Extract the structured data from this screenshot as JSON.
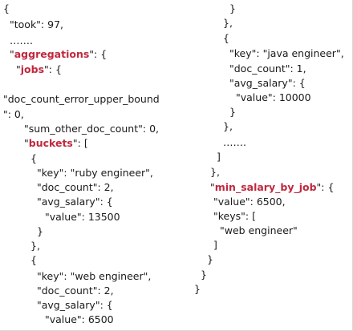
{
  "colors": {
    "text": "#1a1a1a",
    "highlight_key": "#c0283e",
    "background": "#ffffff"
  },
  "left_column": [
    {
      "parts": [
        {
          "t": "{"
        }
      ]
    },
    {
      "parts": [
        {
          "t": "\"took\": 97,"
        }
      ]
    },
    {
      "parts": [
        {
          "t": "……."
        }
      ]
    },
    {
      "parts": [
        {
          "t": "\""
        },
        {
          "t": "aggregations",
          "hl": true
        },
        {
          "t": "\": {"
        }
      ]
    },
    {
      "parts": [
        {
          "t": "\""
        },
        {
          "t": "jobs",
          "hl": true
        },
        {
          "t": "\": {"
        }
      ]
    },
    {
      "parts": [
        {
          "t": "\"doc_count_error_upper_bound"
        }
      ]
    },
    {
      "parts": [
        {
          "t": "\": 0,"
        }
      ]
    },
    {
      "parts": [
        {
          "t": "\"sum_other_doc_count\": 0,"
        }
      ]
    },
    {
      "parts": [
        {
          "t": "\""
        },
        {
          "t": "buckets",
          "hl": true
        },
        {
          "t": "\": ["
        }
      ]
    },
    {
      "parts": [
        {
          "t": "{"
        }
      ]
    },
    {
      "parts": [
        {
          "t": "\"key\": \"ruby engineer\","
        }
      ]
    },
    {
      "parts": [
        {
          "t": "\"doc_count\": 2,"
        }
      ]
    },
    {
      "parts": [
        {
          "t": "\"avg_salary\": {"
        }
      ]
    },
    {
      "parts": [
        {
          "t": "\"value\": 13500"
        }
      ]
    },
    {
      "parts": [
        {
          "t": "}"
        }
      ]
    },
    {
      "parts": [
        {
          "t": "},"
        }
      ]
    },
    {
      "parts": [
        {
          "t": "{"
        }
      ]
    },
    {
      "parts": [
        {
          "t": "\"key\": \"web engineer\","
        }
      ]
    },
    {
      "parts": [
        {
          "t": "\"doc_count\": 2,"
        }
      ]
    },
    {
      "parts": [
        {
          "t": "\"avg_salary\": {"
        }
      ]
    },
    {
      "parts": [
        {
          "t": "\"value\": 6500"
        }
      ]
    }
  ],
  "right_column": [
    {
      "parts": [
        {
          "t": "}"
        }
      ]
    },
    {
      "parts": [
        {
          "t": "},"
        }
      ]
    },
    {
      "parts": [
        {
          "t": "{"
        }
      ]
    },
    {
      "parts": [
        {
          "t": "\"key\": \"java engineer\","
        }
      ]
    },
    {
      "parts": [
        {
          "t": "\"doc_count\": 1,"
        }
      ]
    },
    {
      "parts": [
        {
          "t": "\"avg_salary\": {"
        }
      ]
    },
    {
      "parts": [
        {
          "t": "\"value\": 10000"
        }
      ]
    },
    {
      "parts": [
        {
          "t": "}"
        }
      ]
    },
    {
      "parts": [
        {
          "t": "},"
        }
      ]
    },
    {
      "parts": [
        {
          "t": "……."
        }
      ]
    },
    {
      "parts": [
        {
          "t": "]"
        }
      ]
    },
    {
      "parts": [
        {
          "t": "},"
        }
      ]
    },
    {
      "parts": [
        {
          "t": "\""
        },
        {
          "t": "min_salary_by_job",
          "hl": true
        },
        {
          "t": "\": {"
        }
      ]
    },
    {
      "parts": [
        {
          "t": "\"value\": 6500,"
        }
      ]
    },
    {
      "parts": [
        {
          "t": "\"keys\": ["
        }
      ]
    },
    {
      "parts": [
        {
          "t": "\"web engineer\""
        }
      ]
    },
    {
      "parts": [
        {
          "t": "]"
        }
      ]
    },
    {
      "parts": [
        {
          "t": "}"
        }
      ]
    },
    {
      "parts": [
        {
          "t": "}"
        }
      ]
    },
    {
      "parts": [
        {
          "t": "}"
        }
      ]
    }
  ]
}
